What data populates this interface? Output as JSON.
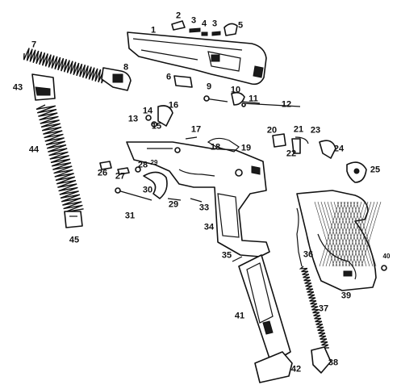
{
  "diagram": {
    "parts": [
      {
        "id": "p1",
        "num": "1"
      },
      {
        "id": "p2",
        "num": "2"
      },
      {
        "id": "p3a",
        "num": "3"
      },
      {
        "id": "p4",
        "num": "4"
      },
      {
        "id": "p3b",
        "num": "3"
      },
      {
        "id": "p5",
        "num": "5"
      },
      {
        "id": "p6",
        "num": "6"
      },
      {
        "id": "p7",
        "num": "7"
      },
      {
        "id": "p8",
        "num": "8"
      },
      {
        "id": "p9",
        "num": "9"
      },
      {
        "id": "p10",
        "num": "10"
      },
      {
        "id": "p11",
        "num": "11"
      },
      {
        "id": "p12",
        "num": "12"
      },
      {
        "id": "p13",
        "num": "13"
      },
      {
        "id": "p14",
        "num": "14"
      },
      {
        "id": "p15",
        "num": "15"
      },
      {
        "id": "p16",
        "num": "16"
      },
      {
        "id": "p17",
        "num": "17"
      },
      {
        "id": "p18",
        "num": "18"
      },
      {
        "id": "p19",
        "num": "19"
      },
      {
        "id": "p20",
        "num": "20"
      },
      {
        "id": "p21",
        "num": "21"
      },
      {
        "id": "p22",
        "num": "22"
      },
      {
        "id": "p23",
        "num": "23"
      },
      {
        "id": "p24",
        "num": "24"
      },
      {
        "id": "p25",
        "num": "25"
      },
      {
        "id": "p26",
        "num": "26"
      },
      {
        "id": "p27",
        "num": "27"
      },
      {
        "id": "p28",
        "num": "28"
      },
      {
        "id": "p29a",
        "num": "29"
      },
      {
        "id": "p29b",
        "num": "29"
      },
      {
        "id": "p30",
        "num": "30"
      },
      {
        "id": "p31",
        "num": "31"
      },
      {
        "id": "p33",
        "num": "33"
      },
      {
        "id": "p34",
        "num": "34"
      },
      {
        "id": "p35",
        "num": "35"
      },
      {
        "id": "p36",
        "num": "36"
      },
      {
        "id": "p37",
        "num": "37"
      },
      {
        "id": "p38",
        "num": "38"
      },
      {
        "id": "p39",
        "num": "39"
      },
      {
        "id": "p40",
        "num": "40"
      },
      {
        "id": "p41",
        "num": "41"
      },
      {
        "id": "p42",
        "num": "42"
      },
      {
        "id": "p43",
        "num": "43"
      },
      {
        "id": "p44",
        "num": "44"
      },
      {
        "id": "p45",
        "num": "45"
      }
    ]
  }
}
